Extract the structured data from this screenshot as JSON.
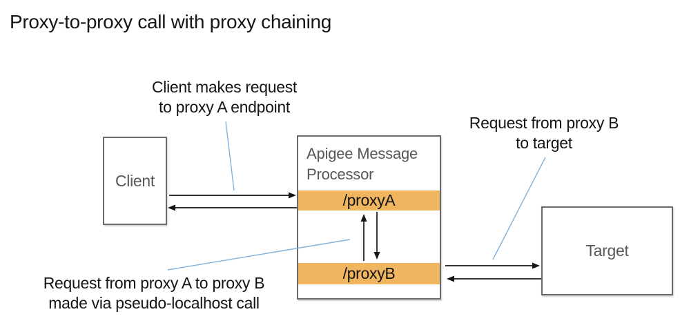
{
  "title": "Proxy-to-proxy call with proxy chaining",
  "colors": {
    "orange": "#F0B55F",
    "line_blue": "#7FB2DD",
    "box_border": "#6A6A6A",
    "label_gray": "#575757",
    "ink": "#151515"
  },
  "boxes": {
    "client": {
      "label": "Client"
    },
    "message_processor": {
      "title": "Apigee Message Processor",
      "proxy_a": "/proxyA",
      "proxy_b": "/proxyB"
    },
    "target": {
      "label": "Target"
    }
  },
  "annotations": {
    "client_request": {
      "line1": "Client makes request",
      "line2": "to proxy A endpoint"
    },
    "proxy_b_to_target": {
      "line1": "Request from proxy B",
      "line2": "to target"
    },
    "proxy_a_to_proxy_b": {
      "line1": "Request from proxy A to proxy B",
      "line2": "made via pseudo-localhost call"
    }
  }
}
